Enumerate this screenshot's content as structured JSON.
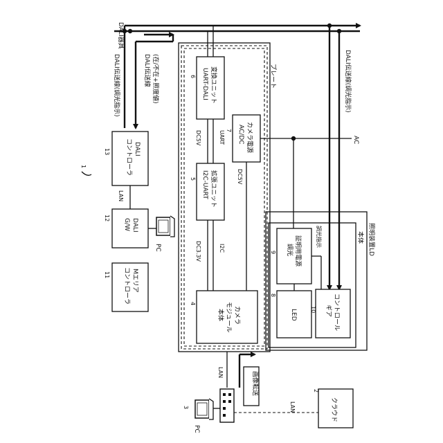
{
  "boxes": {
    "dali_controller": {
      "line1": "DALI",
      "line2": "コントローラ",
      "ref": "13"
    },
    "dali_gw": {
      "line1": "DALI",
      "line2": "G/W",
      "ref": "12"
    },
    "m_area_controller": {
      "line1": "Mエリア",
      "line2": "コントローラ",
      "ref": "11"
    },
    "conversion_unit": {
      "line1": "変換ユニット",
      "line2": "UART-DALI",
      "ref": "6"
    },
    "expansion_unit": {
      "line1": "拡張ユニット",
      "line2": "I2C-UART",
      "ref": "5"
    },
    "camera_power": {
      "line1": "カメラ電源",
      "line2": "AC/DC",
      "ref": "7"
    },
    "camera_module": {
      "line1": "カメラ",
      "line2": "モジュール",
      "line3": "本体",
      "ref": "4"
    },
    "lighting_power": {
      "line1": "証明用電源",
      "line2": "調光",
      "ref": "9"
    },
    "led": {
      "line1": "LED",
      "ref": "8"
    },
    "control_gear": {
      "line1": "コントロール",
      "line2": "ギア",
      "ref": "10"
    },
    "cloud": {
      "line1": "クラウド",
      "ref": "2"
    }
  },
  "labels": {
    "dali_fixture": "DALI器具",
    "dali_line_dimming": "DALI伝送線(調光指示)",
    "dali_line_status_1": "DALI伝送線",
    "dali_line_status_2": "(在/不在+照度値)",
    "dali_line_dimming_right": "DALI伝送線(調光指示)",
    "plate": "プレート",
    "body": "本体",
    "lighting_device": "照明装置LD",
    "dimming_instruction": "調光指示",
    "ac": "AC",
    "uart": "UART",
    "dc5v_a": "DC5V",
    "dc5v_b": "DC5V",
    "dc33v": "DC3.3V",
    "i2c": "I2C",
    "lan_top": "LAN",
    "lan_mid": "LAN",
    "lan_bottom": "LAN",
    "image_transfer": "画像転送",
    "pc_top": "PC",
    "pc_bottom": "PC",
    "ref_pc": "3",
    "ref_system": "1"
  }
}
